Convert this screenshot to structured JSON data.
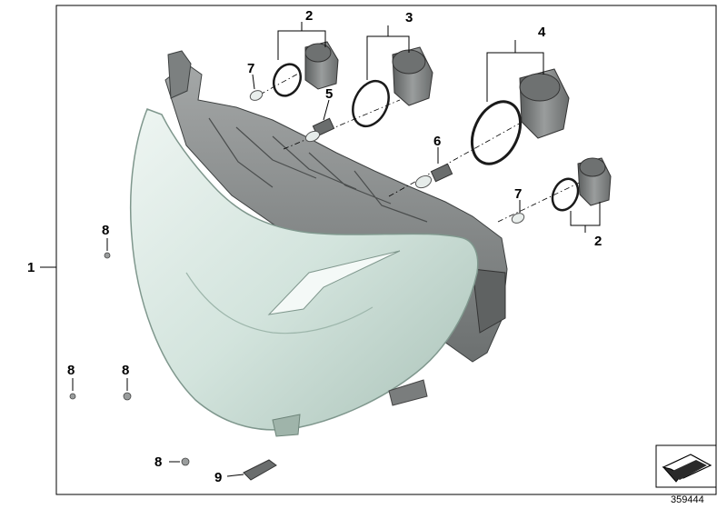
{
  "callouts": {
    "c1": "1",
    "c2_top": "2",
    "c2_bottom": "2",
    "c3": "3",
    "c4": "4",
    "c5": "5",
    "c6": "6",
    "c7_left": "7",
    "c7_right": "7",
    "c8_a": "8",
    "c8_b": "8",
    "c8_c": "8",
    "c8_d": "8",
    "c9": "9"
  },
  "diagram_ref": "359444",
  "colors": {
    "lens": "#cfe0da",
    "lens_edge": "#8ea79c",
    "housing": "#8c8f8f",
    "housing_dark": "#5f6262",
    "cap": "#7a7d7d",
    "ring": "#1a1a1a",
    "icon_arrow": "#2a2a2a"
  },
  "icons": {
    "orientation": "direction-arrow-icon"
  }
}
